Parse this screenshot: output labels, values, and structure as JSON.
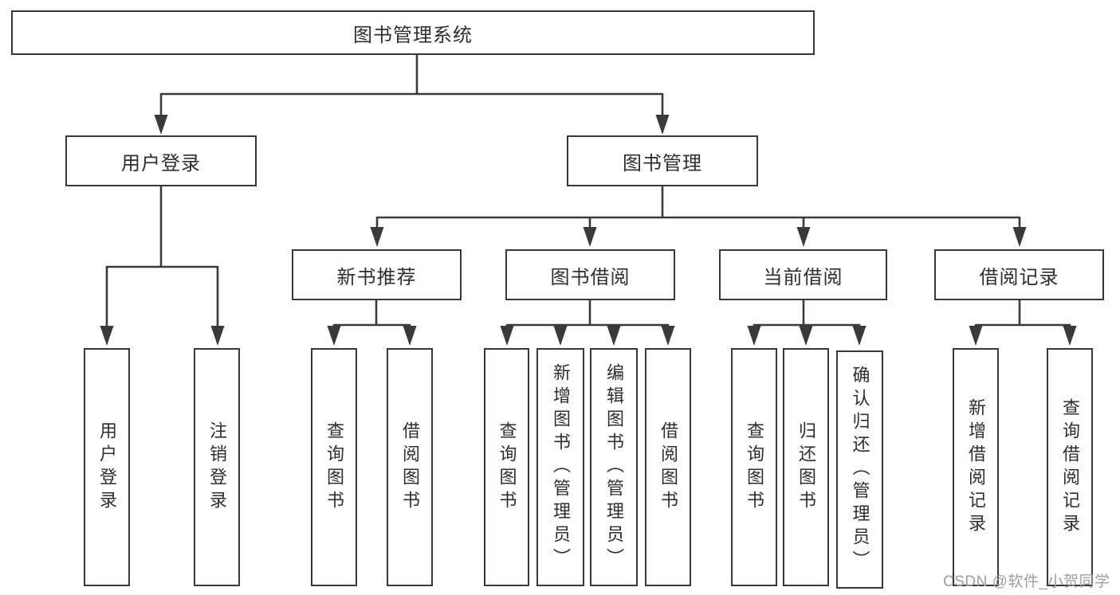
{
  "diagram": {
    "root": {
      "label": "图书管理系统"
    },
    "branches": [
      {
        "id": "user-login",
        "label": "用户登录",
        "leaves": [
          {
            "label": "用户登录"
          },
          {
            "label": "注销登录"
          }
        ]
      },
      {
        "id": "book-management",
        "label": "图书管理",
        "children": [
          {
            "id": "new-book-recommend",
            "label": "新书推荐",
            "leaves": [
              {
                "label": "查询图书"
              },
              {
                "label": "借阅图书"
              }
            ]
          },
          {
            "id": "book-borrow",
            "label": "图书借阅",
            "leaves": [
              {
                "label": "查询图书"
              },
              {
                "label": "新增图书（管理员）"
              },
              {
                "label": "编辑图书（管理员）"
              },
              {
                "label": "借阅图书"
              }
            ]
          },
          {
            "id": "current-borrow",
            "label": "当前借阅",
            "leaves": [
              {
                "label": "查询图书"
              },
              {
                "label": "归还图书"
              },
              {
                "label": "确认归还（管理员）"
              }
            ]
          },
          {
            "id": "borrow-record",
            "label": "借阅记录",
            "leaves": [
              {
                "label": "新增借阅记录"
              },
              {
                "label": "查询借阅记录"
              }
            ]
          }
        ]
      }
    ]
  },
  "watermark": {
    "text": "CSDN @软件_小贺同学"
  },
  "colors": {
    "line": "#3a3a3a",
    "border": "#383838",
    "text": "#2e2e2e",
    "watermark": "#9e9e9e",
    "background": "#ffffff"
  }
}
